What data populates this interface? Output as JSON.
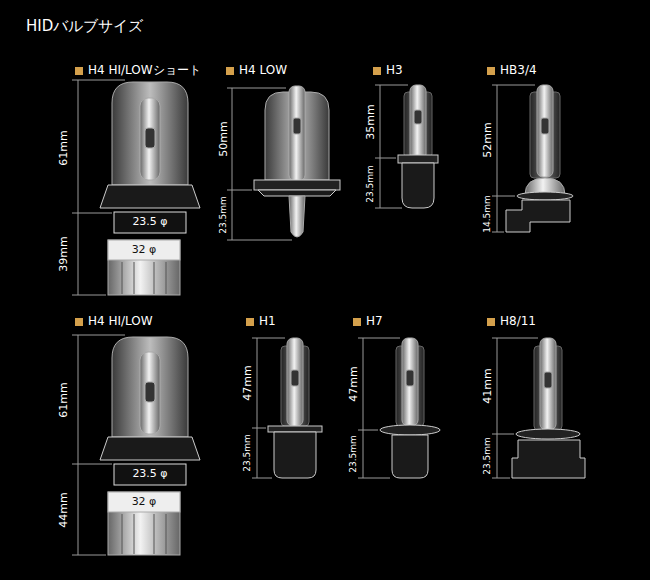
{
  "diagram": {
    "title": "HIDバルブサイズ",
    "labels": [
      "H4 HI/LOWショート",
      "61mm",
      "23.5 φ",
      "39mm",
      "32 φ",
      "H4 LOW",
      "50mm",
      "23.5mm",
      "H3",
      "35mm",
      "23.5mm",
      "HB3/4",
      "52mm",
      "14.5mm",
      "H4 HI/LOW",
      "61mm",
      "23.5 φ",
      "44mm",
      "32 φ",
      "H1",
      "47mm",
      "23.5mm",
      "H7",
      "47mm",
      "23.5mm",
      "H8/11",
      "41mm",
      "23.5mm"
    ]
  }
}
